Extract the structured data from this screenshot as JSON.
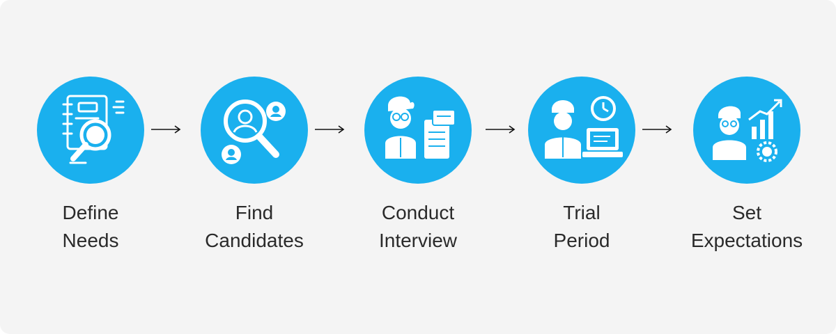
{
  "steps": [
    {
      "line1": "Define",
      "line2": "Needs",
      "icon": "notebook-search-icon"
    },
    {
      "line1": "Find",
      "line2": "Candidates",
      "icon": "people-search-icon"
    },
    {
      "line1": "Conduct",
      "line2": "Interview",
      "icon": "interview-icon"
    },
    {
      "line1": "Trial",
      "line2": "Period",
      "icon": "trial-period-icon"
    },
    {
      "line1": "Set",
      "line2": "Expectations",
      "icon": "growth-chart-icon"
    }
  ],
  "colors": {
    "accent": "#1ab0ee",
    "icon": "#ffffff",
    "text": "#2a2a2a",
    "background": "#f4f4f4"
  }
}
